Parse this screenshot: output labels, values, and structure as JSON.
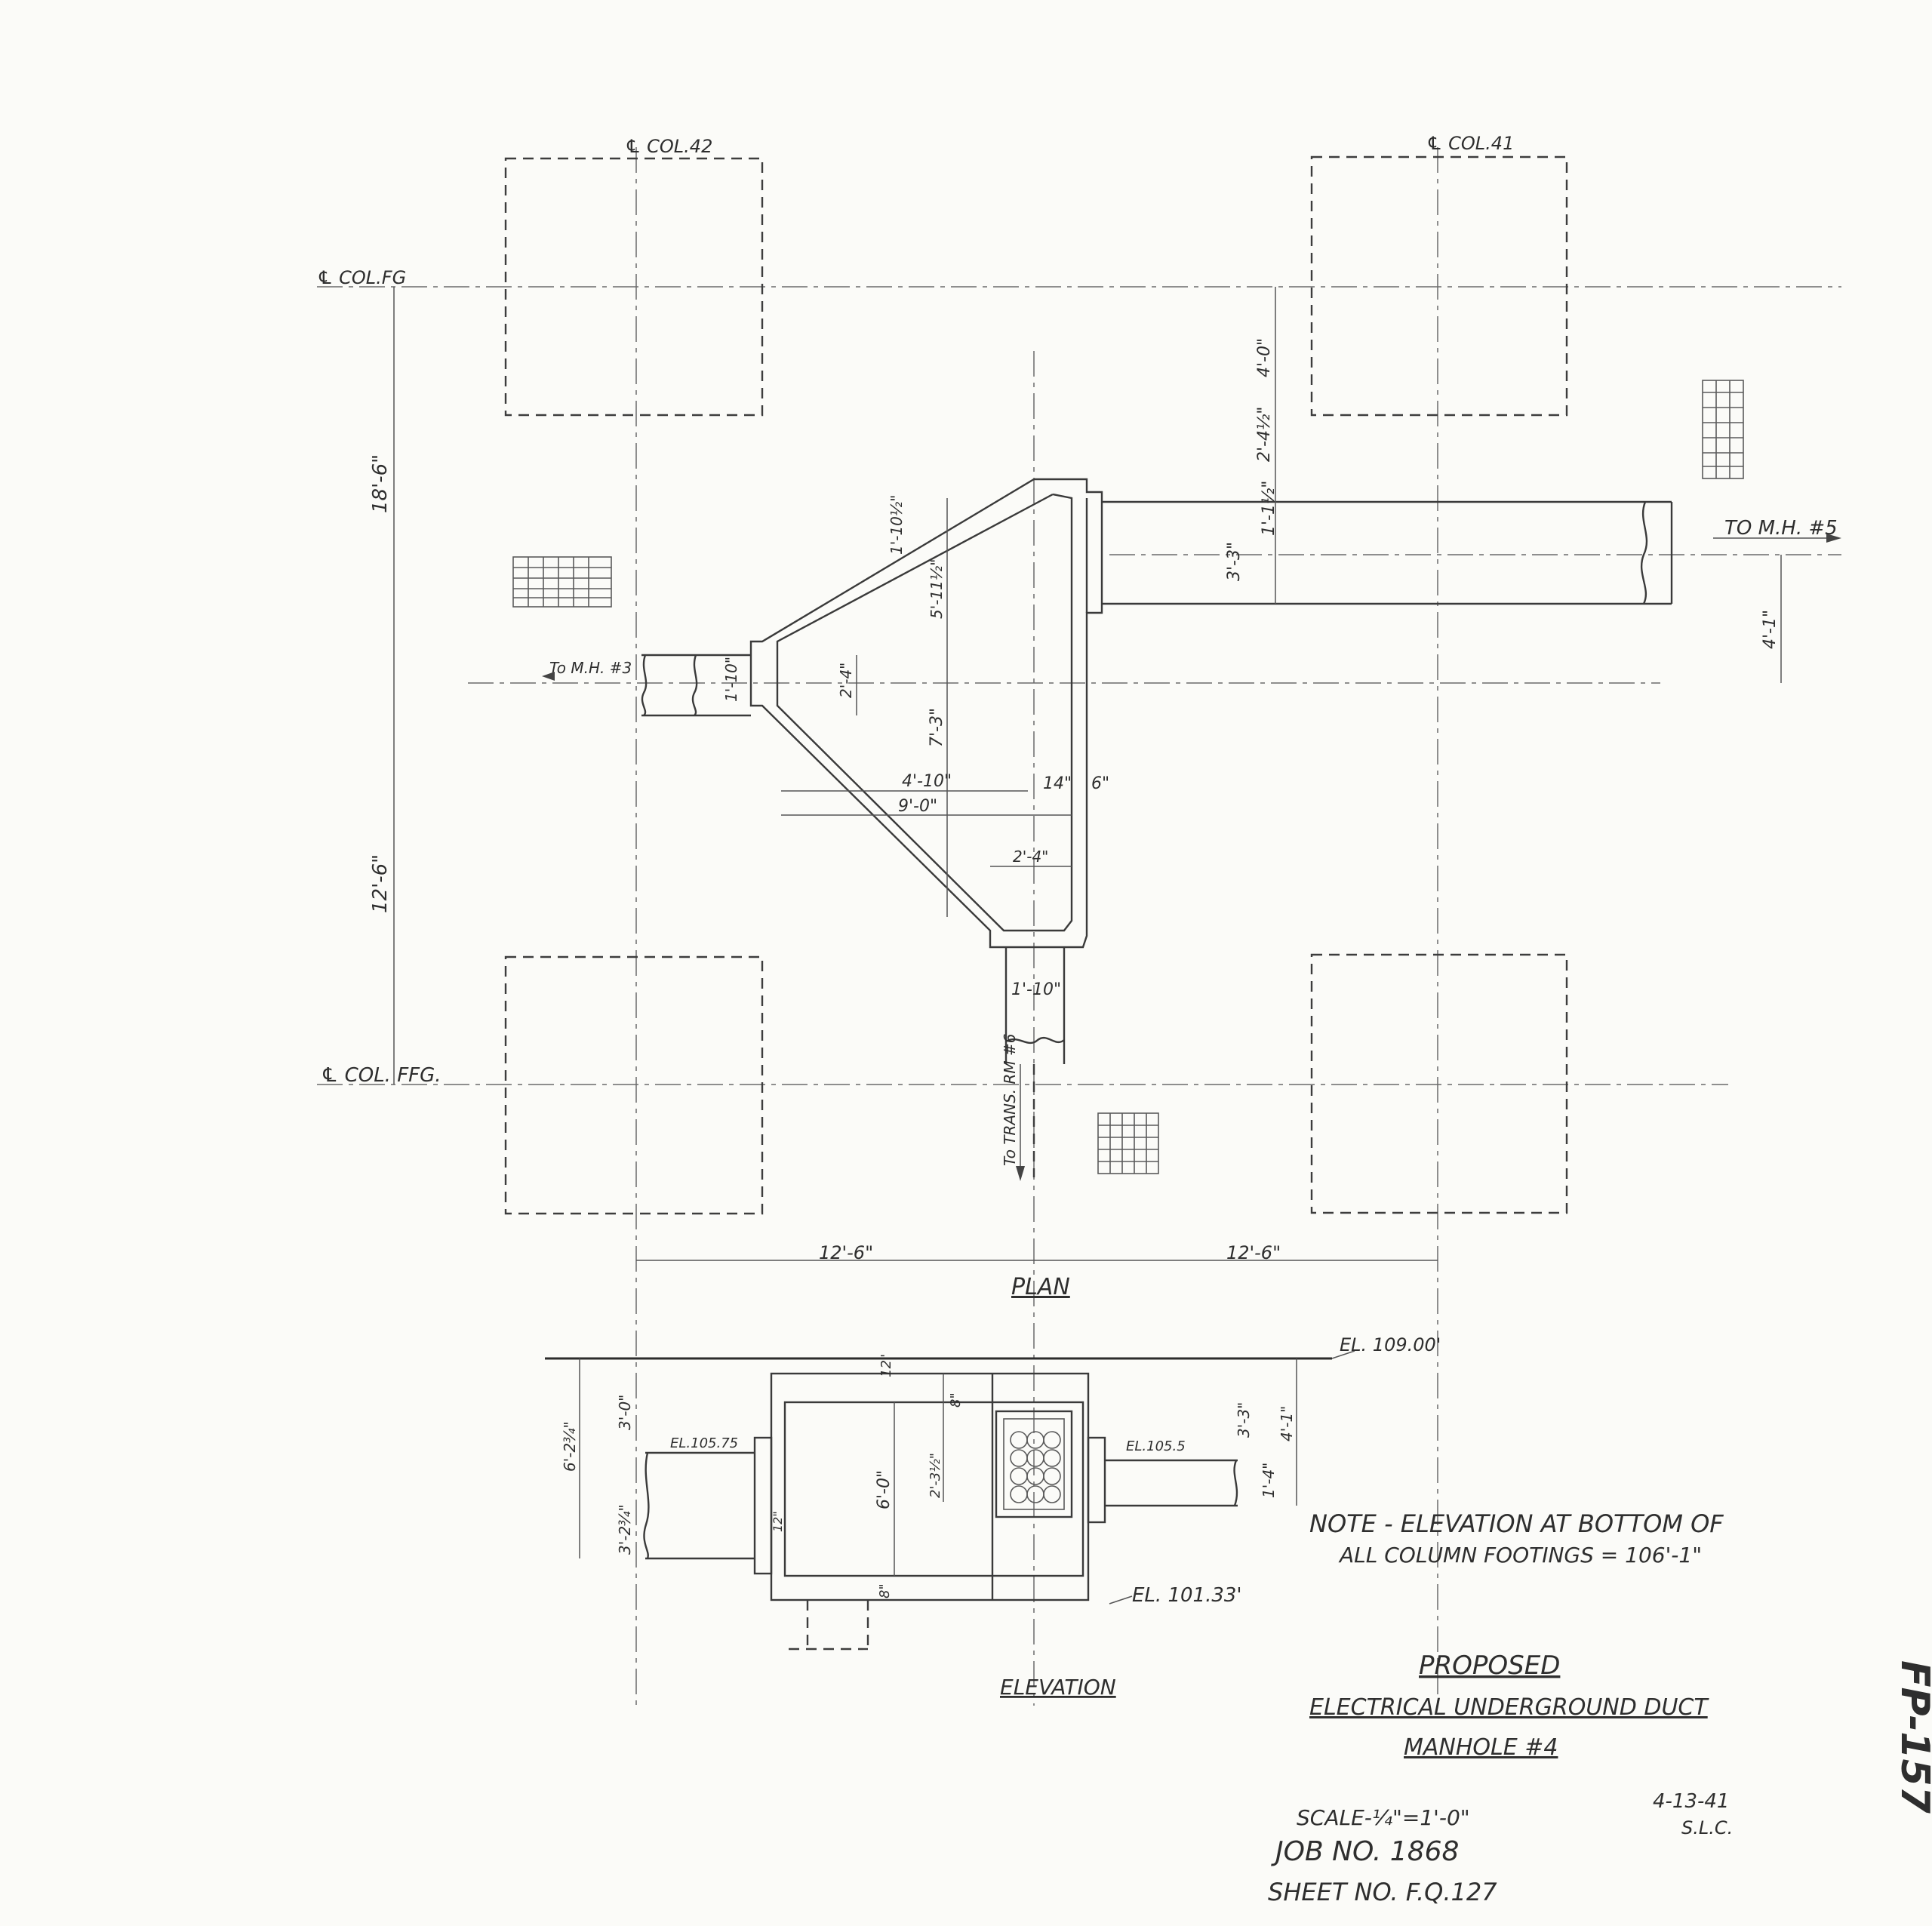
{
  "column_labels": {
    "col42": "℄ COL.42",
    "col41": "℄ COL.41",
    "colfg": "℄ COL.FG",
    "colffg": "℄ COL. FFG."
  },
  "directions": {
    "to_mh5": "TO M.H. #5",
    "to_mh3": "To M.H. #3",
    "to_trans_rm": "To TRANS. RM #6"
  },
  "plan_dims": {
    "d_18_6": "18'-6\"",
    "d_12_6_vert": "12'-6\"",
    "d_4_0": "4'-0\"",
    "d_2_4_half": "2'-4½\"",
    "d_1_1_half": "1'-1½\"",
    "d_3_3": "3'-3\"",
    "d_4_1": "4'-1\"",
    "d_1_10_half": "1'-10½\"",
    "d_5_11_half": "5'-11½\"",
    "d_7_3": "7'-3\"",
    "d_2_4": "2'-4\"",
    "d_1_10_left": "1'-10\"",
    "d_4_10": "4'-10\"",
    "d_14": "14\"",
    "d_6": "6\"",
    "d_9_0": "9'-0\"",
    "d_2_4_lower": "2'-4\"",
    "d_1_10_bottom": "1'-10\"",
    "d_12_6_left": "12'-6\"",
    "d_12_6_right": "12'-6\""
  },
  "plan_title": "PLAN",
  "elevation_labels": {
    "el_top": "EL. 109.00'",
    "el_105_75": "EL.105.75",
    "el_105_5": "EL.105.5",
    "el_101_33": "EL. 101.33'",
    "d_6_2_3q": "6'-2¾\"",
    "d_3_0": "3'-0\"",
    "d_3_2_3q": "3'-2¾\"",
    "d_12": "12\"",
    "d_6_0": "6'-0\"",
    "d_8": "8\"",
    "d_2_3_half": "2'-3½\"",
    "d_8b": "8\"",
    "d_3_3e": "3'-3\"",
    "d_4_1e": "4'-1\"",
    "d_1_4": "1'-4\"",
    "d_12b": "12\""
  },
  "elevation_title": "ELEVATION",
  "note": {
    "line1": "NOTE - ELEVATION AT BOTTOM OF",
    "line2": "ALL COLUMN FOOTINGS = 106'-1\""
  },
  "title_block": {
    "line1": "PROPOSED",
    "line2": "ELECTRICAL UNDERGROUND DUCT",
    "line3": "MANHOLE #4",
    "scale": "SCALE-¼\"=1'-0\"",
    "job": "JOB NO. 1868",
    "sheet": "SHEET NO. F.Q.127",
    "date": "4-13-41",
    "initials": "S.L.C."
  },
  "sheet_mark": "FP-157"
}
